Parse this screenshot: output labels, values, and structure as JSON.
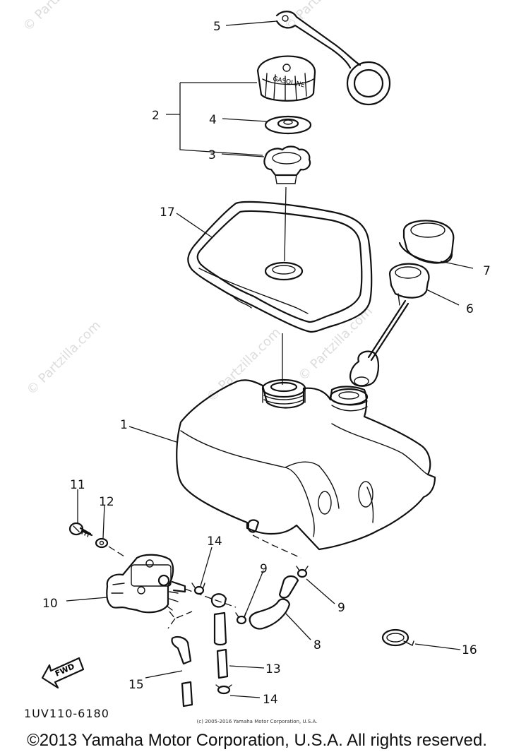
{
  "watermark": {
    "top_left": "© Partzilla.com",
    "mid_left": "© Partzilla.com",
    "center": "© Partzilla.com",
    "upper_center": "© Partzilla.com",
    "right": "© Partzilla.com"
  },
  "cap_text": "GASOLINE",
  "fwd_label": "FWD",
  "callouts": {
    "c1": "1",
    "c2": "2",
    "c3": "3",
    "c4": "4",
    "c5": "5",
    "c6": "6",
    "c7": "7",
    "c8": "8",
    "c9a": "9",
    "c9b": "9",
    "c10": "10",
    "c11": "11",
    "c12": "12",
    "c13": "13",
    "c14a": "14",
    "c14b": "14",
    "c15": "15",
    "c16": "16",
    "c17": "17"
  },
  "diagram_code": "1UV110-6180",
  "copyright_small": "(c) 2005-2016 Yamaha Motor Corporation, U.S.A.",
  "copyright_main": "©2013 Yamaha Motor Corporation, U.S.A. All rights reserved."
}
